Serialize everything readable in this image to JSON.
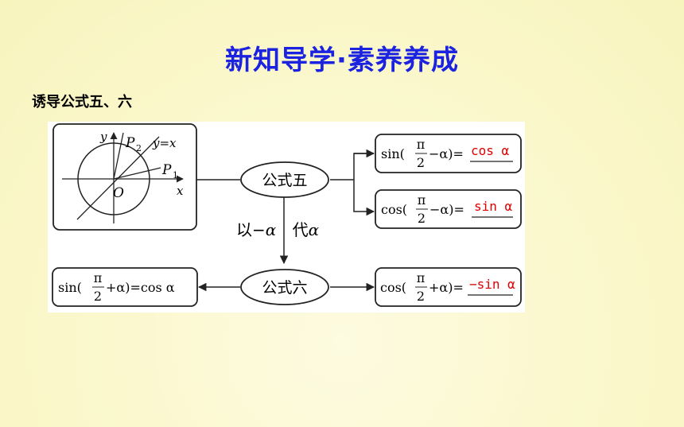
{
  "header": {
    "title": "新知导学·素养养成",
    "subtitle": "诱导公式五、六"
  },
  "diagram": {
    "unit_circle": {
      "y_label": "y",
      "x_label": "x",
      "origin_label": "O",
      "p1_label": "P",
      "p1_sub": "1",
      "p2_label": "P",
      "p2_sub": "2",
      "line_label": "y=x"
    },
    "node_five": "公式五",
    "node_six": "公式六",
    "arrow_label_prefix": "以−",
    "arrow_label_alpha1": "α",
    "arrow_label_mid": " 代",
    "arrow_label_alpha2": "α",
    "frac_pi": "π",
    "frac_two": "2",
    "formula_five_sin": {
      "left": "sin(",
      "right": "−α)=",
      "answer": "cos α"
    },
    "formula_five_cos": {
      "left": "cos(",
      "right": "−α)=",
      "answer": "sin α"
    },
    "formula_six_sin": {
      "left": "sin(",
      "right": "+α)=cos α"
    },
    "formula_six_cos": {
      "left": "cos(",
      "right": "+α)=",
      "answer": "−sin α"
    }
  },
  "colors": {
    "title": "#1b22e0",
    "answer": "#e00000"
  }
}
